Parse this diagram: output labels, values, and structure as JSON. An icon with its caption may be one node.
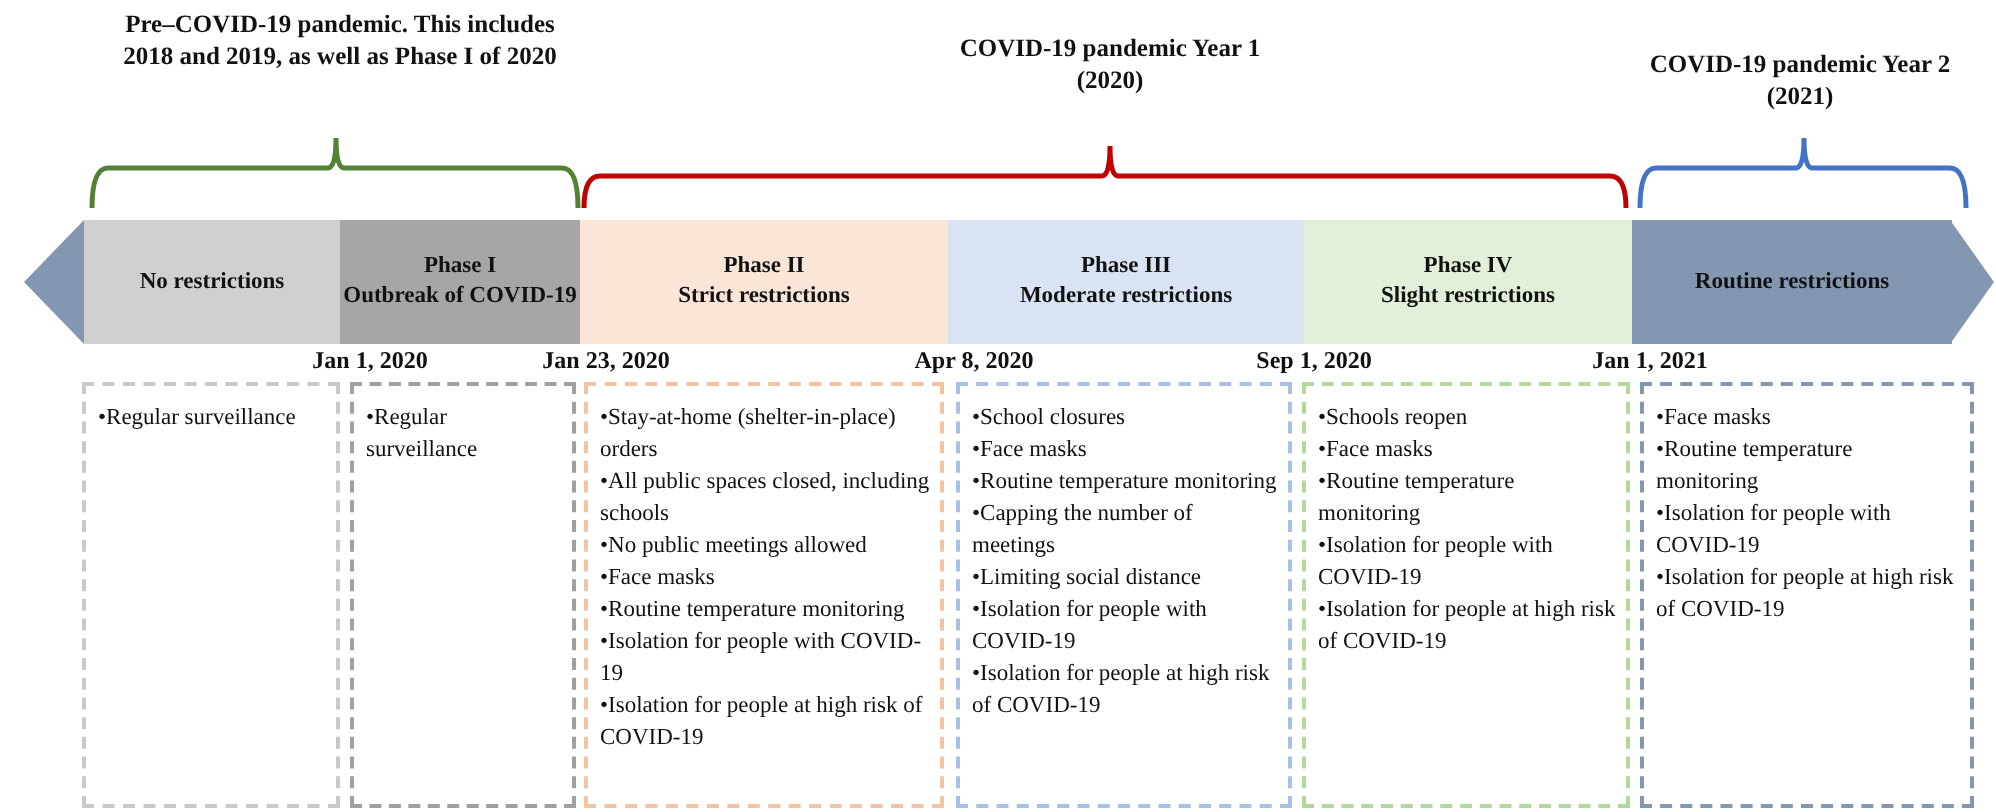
{
  "diagram": {
    "nodes": [
      {
        "text": [
          "No restrictions"
        ]
      },
      {
        "text": [
          "Phase I",
          "Outbreak of COVID-19"
        ]
      },
      {
        "text": [
          "Phase II",
          "Strict restrictions"
        ]
      },
      {
        "text": [
          "Phase III",
          "Moderate restrictions"
        ]
      },
      {
        "text": [
          "Phase IV",
          "Slight restrictions"
        ]
      },
      {
        "text": [
          "Routine restrictions"
        ]
      },
      {
        "text": [
          "•Regular surveillance"
        ]
      },
      {
        "text": [
          "•Regular surveillance"
        ]
      },
      {
        "text": [
          "•Stay-at-home (shelter-in-place) orders",
          "•All public spaces closed, including schools",
          "•No public meetings allowed",
          "•Face masks",
          "•Routine temperature monitoring",
          "•Isolation for people with COVID-19",
          "•Isolation for people at high risk of COVID-19"
        ]
      },
      {
        "text": [
          "•School closures",
          "•Face masks",
          "•Routine temperature monitoring",
          "•Capping the number of meetings",
          "•Limiting social distance",
          "•Isolation for people with COVID-19",
          "•Isolation for people at high risk of COVID-19"
        ]
      },
      {
        "text": [
          "•Schools reopen",
          "•Face masks",
          "•Routine temperature monitoring",
          "•Isolation for people with COVID-19",
          "•Isolation for people at high risk of COVID-19"
        ]
      },
      {
        "text": [
          "•Face masks",
          "•Routine temperature monitoring",
          "•Isolation for people with COVID-19",
          "•Isolation for people at high risk of COVID-19"
        ]
      }
    ],
    "labels": [
      "Pre–COVID-19  pandemic. This includes 2018 and 2019, as well as Phase I of 2020",
      "COVID-19 pandemic Year 1 (2020)",
      "COVID-19 pandemic Year 2 (2021)",
      "Jan 1, 2020",
      "Jan 23, 2020",
      "Apr 8, 2020",
      "Sep 1, 2020",
      "Jan 1, 2021"
    ]
  }
}
